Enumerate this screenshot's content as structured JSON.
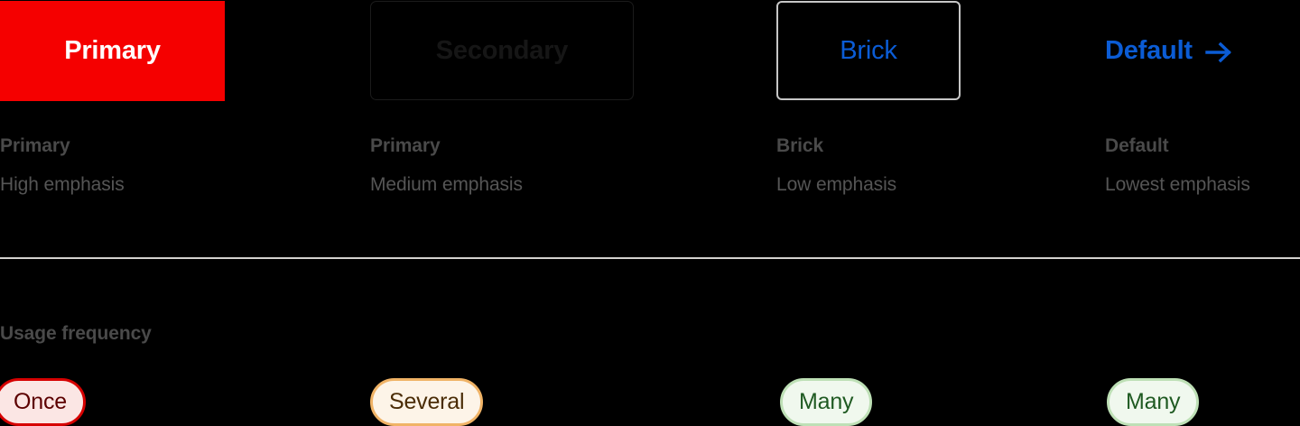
{
  "page": {
    "background_color": "#000000",
    "divider_color": "#d4d2cf"
  },
  "variants": [
    {
      "button_label": "Primary",
      "button_style": "solid-filled",
      "button_bg": "#F50000",
      "button_text_color": "#FFFFFF",
      "name": "Primary",
      "emphasis": "High emphasis",
      "usage_frequency": "Once",
      "pill_bg": "#FBE6E4",
      "pill_border": "#D60000",
      "pill_text_color": "#5C0000"
    },
    {
      "button_label": "Secondary",
      "button_style": "outline-subtle",
      "button_bg": "#000000",
      "button_text_color": "#161616",
      "button_border_color": "#1b1b1b",
      "name": "Primary",
      "emphasis": "Medium emphasis",
      "usage_frequency": "Several",
      "pill_bg": "#FDF4E8",
      "pill_border": "#F0B366",
      "pill_text_color": "#4A2C06"
    },
    {
      "button_label": "Brick",
      "button_style": "outline",
      "button_bg": "#000000",
      "button_text_color": "#0B5CD5",
      "button_border_color": "#c6c6c6",
      "name": "Brick",
      "emphasis": "Low emphasis",
      "usage_frequency": "Many",
      "pill_bg": "#F0F8EE",
      "pill_border": "#BEE0B6",
      "pill_text_color": "#1F5A22"
    },
    {
      "button_label": "Default",
      "button_style": "text-link",
      "button_bg": "transparent",
      "button_text_color": "#0B5CD5",
      "button_icon": "arrow-right-icon",
      "name": "Default",
      "emphasis": "Lowest emphasis",
      "usage_frequency": "Many",
      "pill_bg": "#F0F8EE",
      "pill_border": "#BEE0B6",
      "pill_text_color": "#1F5A22"
    }
  ],
  "usage": {
    "heading": "Usage frequency"
  }
}
